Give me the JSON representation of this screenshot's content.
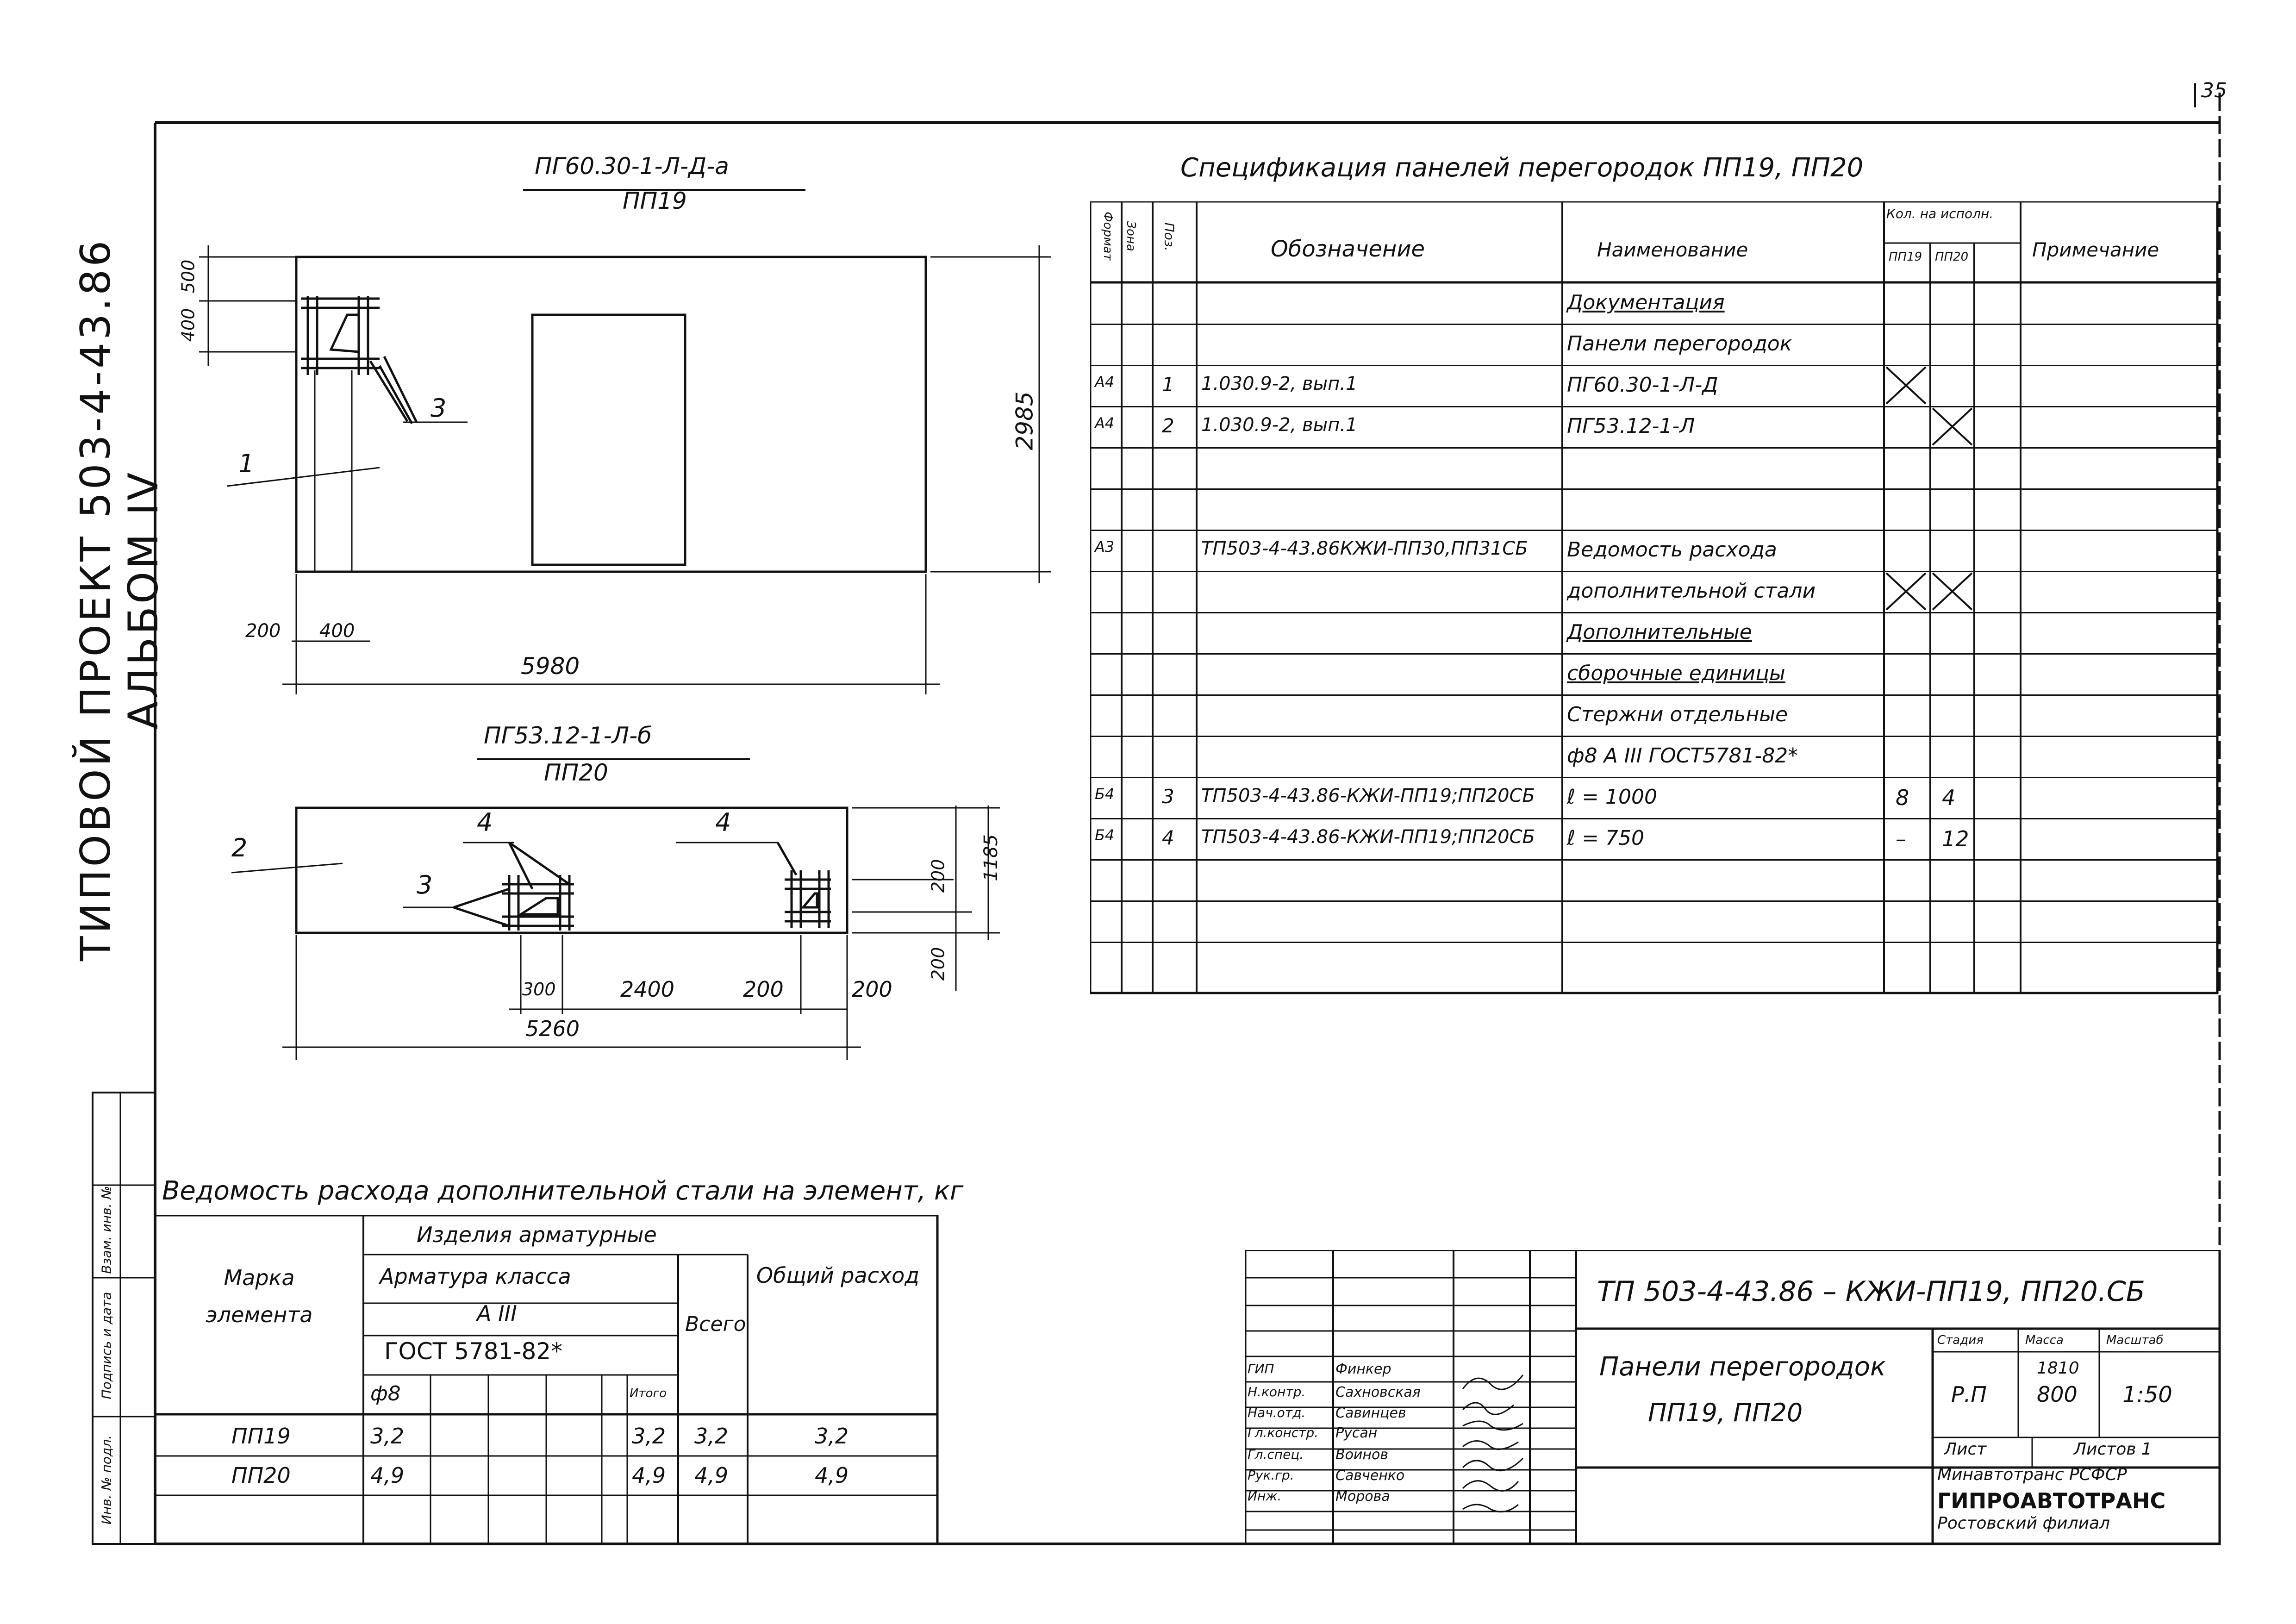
{
  "sheet": {
    "page_number": "35",
    "side_title": "ТИПОВОЙ ПРОЕКТ 503-4-43.86 АЛЬБОМ IV",
    "side_labels": [
      "Инв. № подл.",
      "Подпись и дата",
      "Взам. инв. №"
    ]
  },
  "drawing1": {
    "mark": "ПГ60.30-1-Л-Д-а",
    "name": "ПП19",
    "dim_height": "2985",
    "dim_length": "5980",
    "dim_400": "400",
    "dim_500": "500",
    "dim_200": "200",
    "dim_400b": "400",
    "pos1": "1",
    "pos3": "3"
  },
  "drawing2": {
    "mark": "ПГ53.12-1-Л-б",
    "name": "ПП20",
    "dim_height": "1185",
    "dim_length": "5260",
    "dim_300": "300",
    "dim_2400": "2400",
    "dim_200a": "200",
    "dim_200b": "200",
    "dim_v200a": "200",
    "dim_v200b": "200",
    "pos2": "2",
    "pos3": "3",
    "pos4a": "4",
    "pos4b": "4"
  },
  "spec": {
    "title": "Спецификация панелей перегородок ПП19, ПП20",
    "headers": {
      "format": "Формат",
      "zone": "Зона",
      "pos": "Поз.",
      "designation": "Обозначение",
      "name": "Наименование",
      "qty": "Кол. на исполн.",
      "q1": "ПП19",
      "q2": "ПП20",
      "note": "Примечание"
    },
    "rows": [
      {
        "format": "",
        "pos": "",
        "designation": "",
        "name": "Документация",
        "q1": "",
        "q2": "",
        "underline": true
      },
      {
        "format": "",
        "pos": "",
        "designation": "",
        "name": "Панели перегородок",
        "q1": "",
        "q2": ""
      },
      {
        "format": "А4",
        "pos": "1",
        "designation": "1.030.9-2, вып.1",
        "name": "ПГ60.30-1-Л-Д",
        "q1": "X",
        "q2": ""
      },
      {
        "format": "А4",
        "pos": "2",
        "designation": "1.030.9-2, вып.1",
        "name": "ПГ53.12-1-Л",
        "q1": "",
        "q2": "X"
      },
      {
        "format": "",
        "pos": "",
        "designation": "",
        "name": "",
        "q1": "",
        "q2": ""
      },
      {
        "format": "",
        "pos": "",
        "designation": "",
        "name": "",
        "q1": "",
        "q2": ""
      },
      {
        "format": "А3",
        "pos": "",
        "designation": "ТП503-4-43.86КЖИ-ПП30,ПП31СБ",
        "name": "Ведомость расхода",
        "q1": "",
        "q2": ""
      },
      {
        "format": "",
        "pos": "",
        "designation": "",
        "name": "дополнительной стали",
        "q1": "X",
        "q2": "X"
      },
      {
        "format": "",
        "pos": "",
        "designation": "",
        "name": "Дополнительные",
        "q1": "",
        "q2": "",
        "underline": true
      },
      {
        "format": "",
        "pos": "",
        "designation": "",
        "name": "сборочные единицы",
        "q1": "",
        "q2": "",
        "underline": true
      },
      {
        "format": "",
        "pos": "",
        "designation": "",
        "name": "Стержни отдельные",
        "q1": "",
        "q2": ""
      },
      {
        "format": "",
        "pos": "",
        "designation": "",
        "name": "ф8 А III ГОСТ5781-82*",
        "q1": "",
        "q2": ""
      },
      {
        "format": "Б4",
        "pos": "3",
        "designation": "ТП503-4-43.86-КЖИ-ПП19;ПП20СБ",
        "name": "ℓ = 1000",
        "q1": "8",
        "q2": "4"
      },
      {
        "format": "Б4",
        "pos": "4",
        "designation": "ТП503-4-43.86-КЖИ-ПП19;ПП20СБ",
        "name": "ℓ = 750",
        "q1": "–",
        "q2": "12"
      },
      {
        "format": "",
        "pos": "",
        "designation": "",
        "name": "",
        "q1": "",
        "q2": ""
      },
      {
        "format": "",
        "pos": "",
        "designation": "",
        "name": "",
        "q1": "",
        "q2": ""
      }
    ]
  },
  "steel": {
    "title": "Ведомость расхода дополнительной стали на элемент, кг",
    "h_mark": "Марка элемента",
    "h_items": "Изделия арматурные",
    "h_class": "Арматура класса",
    "h_a3": "А III",
    "h_gost": "ГОСТ 5781-82*",
    "h_d8": "ф8",
    "h_total": "Итого",
    "h_all": "Всего",
    "h_common": "Общий расход",
    "rows": [
      {
        "mark": "ПП19",
        "d8": "3,2",
        "total": "3,2",
        "all": "3,2",
        "common": "3,2"
      },
      {
        "mark": "ПП20",
        "d8": "4,9",
        "total": "4,9",
        "all": "4,9",
        "common": "4,9"
      }
    ]
  },
  "stamp": {
    "code": "ТП 503-4-43.86 – КЖИ-ПП19, ПП20.СБ",
    "title1": "Панели перегородок",
    "title2": "ПП19, ПП20",
    "stage_h": "Стадия",
    "mass_h": "Масса",
    "scale_h": "Масштаб",
    "stage": "Р.П",
    "mass1": "1810",
    "mass2": "800",
    "scale": "1:50",
    "sheet": "Лист",
    "sheets": "Листов 1",
    "org1": "Минавтотранс РСФСР",
    "org2": "ГИПРОАВТОТРАНС",
    "org3": "Ростовский филиал",
    "people": [
      {
        "role": "ГИП",
        "name": "Финкер"
      },
      {
        "role": "Н.контр.",
        "name": "Сахновская"
      },
      {
        "role": "Нач.отд.",
        "name": "Савинцев"
      },
      {
        "role": "Гл.констр.",
        "name": "Русан"
      },
      {
        "role": "Гл.спец.",
        "name": "Воинов"
      },
      {
        "role": "Рук.гр.",
        "name": "Савченко"
      },
      {
        "role": "Инж.",
        "name": "Морова"
      }
    ]
  }
}
